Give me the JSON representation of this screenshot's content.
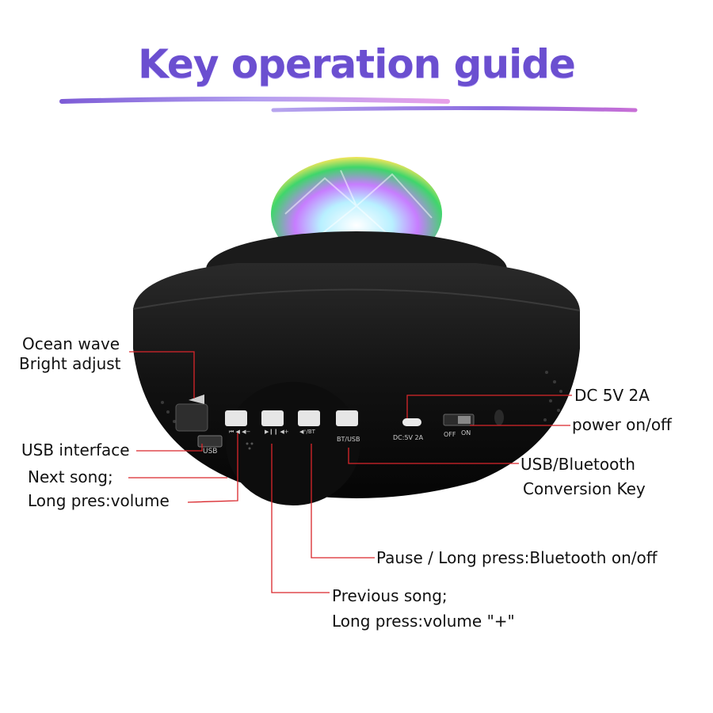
{
  "title": "Key operation guide",
  "labels": {
    "ocean_wave": "Ocean wave",
    "bright_adjust": "Bright adjust",
    "usb_interface": "USB interface",
    "next_song": "Next song;",
    "long_press_volume_minus": "Long pres:volume",
    "dc": "DC 5V 2A",
    "power": "power  on/off",
    "usb_bt_1": "USB/Bluetooth",
    "usb_bt_2": "Conversion Key",
    "pause": "Pause / Long press:Bluetooth on/off",
    "prev_1": "Previous song;",
    "prev_2": "Long press:volume \"+\""
  },
  "device_text": {
    "usb": "USB",
    "btn1": "⏮ ◀ ◀−",
    "btn2": "▶❙❙ ◀+",
    "btn3": "◀ˣ/BT",
    "btn4": "BT/USB",
    "dc_port": "DC:5V 2A",
    "off": "OFF",
    "on": "ON"
  },
  "colors": {
    "leader": "#d9262b",
    "title": "#6b4fd0"
  }
}
